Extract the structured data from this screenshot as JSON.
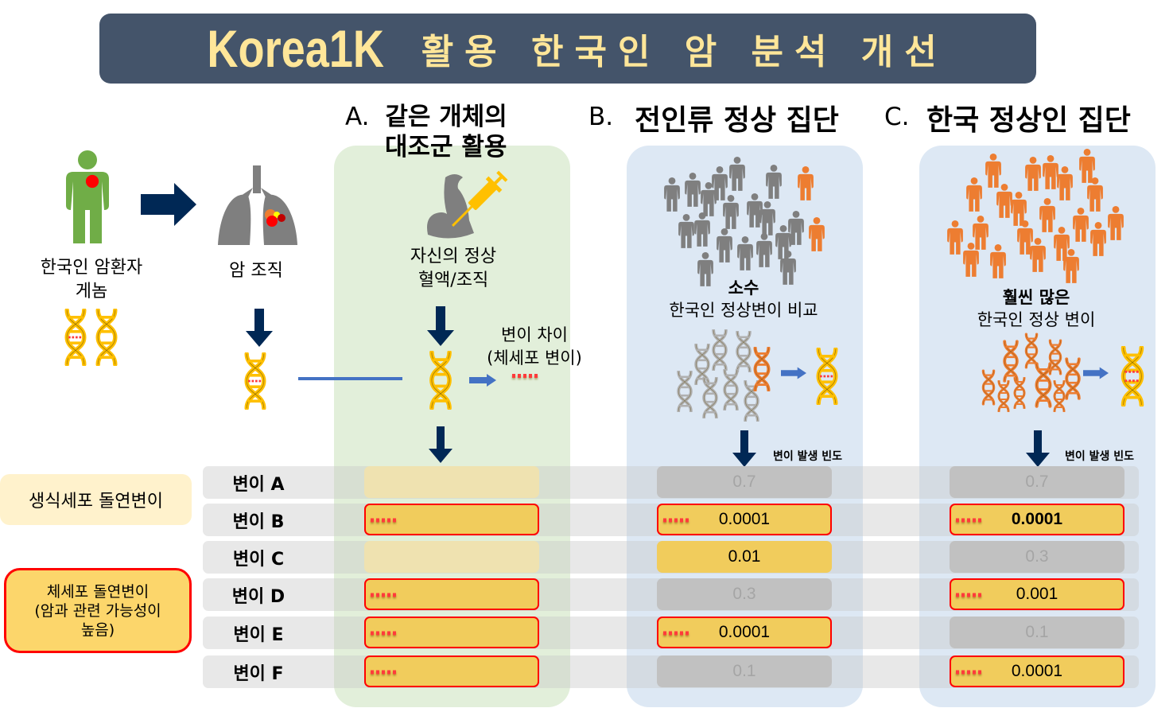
{
  "title": {
    "main": "Korea1K",
    "sub": "활용 한국인 암 분석 개선"
  },
  "left": {
    "patient_label_line1": "한국인 암환자",
    "patient_label_line2": "게놈",
    "tissue_label": "암 조직"
  },
  "panels": {
    "a": {
      "letter": "A.",
      "title_line1": "같은 개체의",
      "title_line2": "대조군 활용",
      "caption_line1": "자신의 정상",
      "caption_line2": "혈액/조직",
      "diff_line1": "변이 차이",
      "diff_line2": "(체세포 변이)"
    },
    "b": {
      "letter": "B.",
      "title": "전인류 정상 집단",
      "caption_line1": "소수",
      "caption_line2": "한국인 정상변이 비교",
      "freq_label": "변이 발생 빈도"
    },
    "c": {
      "letter": "C.",
      "title": "한국 정상인 집단",
      "caption_line1": "훨씬 많은",
      "caption_line2": "한국인 정상 변이",
      "freq_label": "변이 발생 빈도"
    }
  },
  "legend": {
    "germline": "생식세포 돌연변이",
    "somatic_line1": "체세포 돌연변이",
    "somatic_line2": "(암과 관련 가능성이",
    "somatic_line3": "높음)"
  },
  "rows": [
    {
      "label": "변이 A",
      "a": {
        "style": "pale",
        "marked": false
      },
      "b": {
        "value": "0.7",
        "style": "grey",
        "marked": false
      },
      "c": {
        "value": "0.7",
        "style": "grey",
        "marked": false
      }
    },
    {
      "label": "변이 B",
      "a": {
        "style": "yellow",
        "marked": true
      },
      "b": {
        "value": "0.0001",
        "style": "yellow",
        "marked": true
      },
      "c": {
        "value": "0.0001",
        "style": "yellow",
        "marked": true
      }
    },
    {
      "label": "변이 C",
      "a": {
        "style": "pale",
        "marked": false
      },
      "b": {
        "value": "0.01",
        "style": "yellow",
        "marked": false
      },
      "c": {
        "value": "0.3",
        "style": "grey",
        "marked": false
      }
    },
    {
      "label": "변이 D",
      "a": {
        "style": "yellow",
        "marked": true
      },
      "b": {
        "value": "0.3",
        "style": "grey",
        "marked": false
      },
      "c": {
        "value": "0.001",
        "style": "yellow",
        "marked": true
      }
    },
    {
      "label": "변이 E",
      "a": {
        "style": "yellow",
        "marked": true
      },
      "b": {
        "value": "0.0001",
        "style": "yellow",
        "marked": true
      },
      "c": {
        "value": "0.1",
        "style": "grey",
        "marked": false
      }
    },
    {
      "label": "변이 F",
      "a": {
        "style": "yellow",
        "marked": true
      },
      "b": {
        "value": "0.1",
        "style": "grey",
        "marked": false
      },
      "c": {
        "value": "0.0001",
        "style": "yellow",
        "marked": true
      }
    }
  ],
  "colors": {
    "title_bg": "#44546a",
    "title_text": "#ffe699",
    "panel_a_bg": "#e2efda",
    "panel_bc_bg": "#dde8f4",
    "highlight_border": "#ff0000",
    "cell_yellow": "#f1cc5c",
    "cell_grey": "#c1c1c1",
    "arrow_navy": "#002855",
    "person_green": "#70ad47",
    "person_orange": "#ed7d31",
    "person_grey": "#7f7f7f",
    "dna_gold": "#ffc000"
  }
}
